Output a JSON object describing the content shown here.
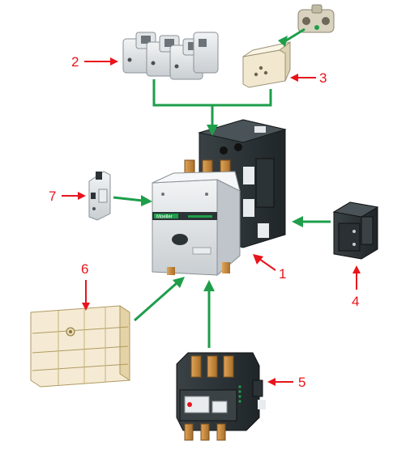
{
  "callouts": {
    "c1": "1",
    "c2": "2",
    "c3": "3",
    "c4": "4",
    "c5": "5",
    "c6": "6",
    "c7": "7"
  },
  "device_label": "Moeller",
  "colors": {
    "callout_arrow": "#e8141c",
    "connector_arrow": "#1e9e4a",
    "contactor_dark": "#2b3236",
    "contactor_light": "#d9dde0",
    "terminal_copper": "#c88a3a",
    "cover_beige": "#efe3c4"
  }
}
